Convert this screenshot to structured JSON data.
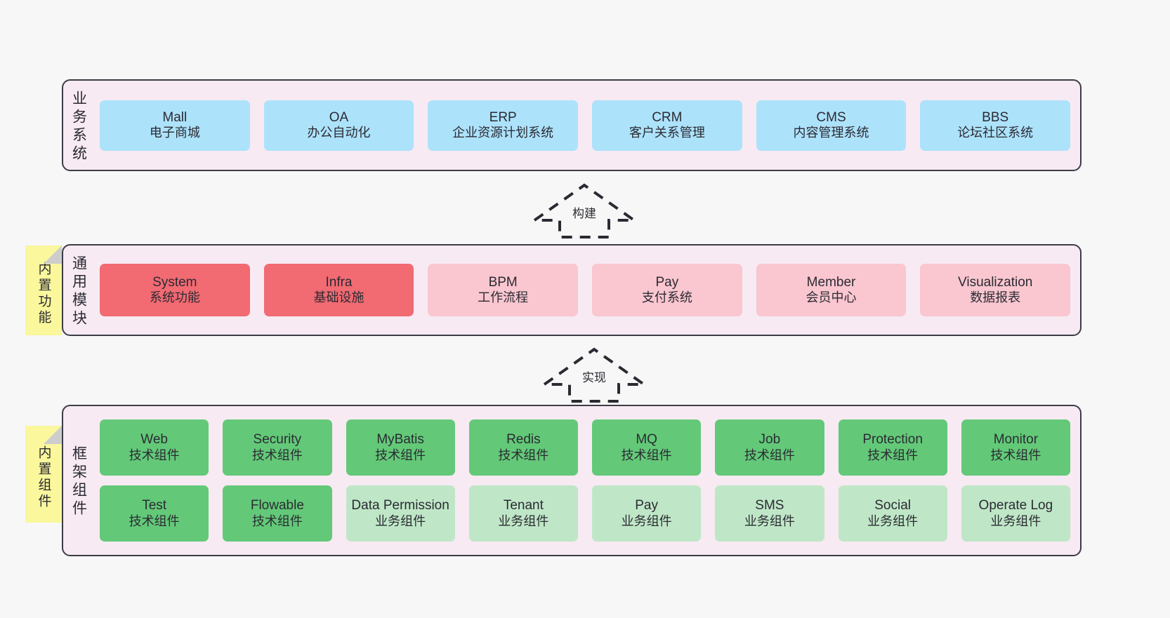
{
  "layers": [
    {
      "id": "business",
      "title": "业务系统",
      "rows": [
        [
          {
            "title": "Mall",
            "sub": "电子商城",
            "color": "c-blue"
          },
          {
            "title": "OA",
            "sub": "办公自动化",
            "color": "c-blue"
          },
          {
            "title": "ERP",
            "sub": "企业资源计划系统",
            "color": "c-blue"
          },
          {
            "title": "CRM",
            "sub": "客户关系管理",
            "color": "c-blue"
          },
          {
            "title": "CMS",
            "sub": "内容管理系统",
            "color": "c-blue"
          },
          {
            "title": "BBS",
            "sub": "论坛社区系统",
            "color": "c-blue"
          }
        ]
      ]
    },
    {
      "id": "common",
      "title": "通用模块",
      "note": "内置功能",
      "rows": [
        [
          {
            "title": "System",
            "sub": "系统功能",
            "color": "c-red"
          },
          {
            "title": "Infra",
            "sub": "基础设施",
            "color": "c-red"
          },
          {
            "title": "BPM",
            "sub": "工作流程",
            "color": "c-pink"
          },
          {
            "title": "Pay",
            "sub": "支付系统",
            "color": "c-pink"
          },
          {
            "title": "Member",
            "sub": "会员中心",
            "color": "c-pink"
          },
          {
            "title": "Visualization",
            "sub": "数据报表",
            "color": "c-pink"
          }
        ]
      ]
    },
    {
      "id": "frame",
      "title": "框架组件",
      "note": "内置组件",
      "rows": [
        [
          {
            "title": "Web",
            "sub": "技术组件",
            "color": "c-green"
          },
          {
            "title": "Security",
            "sub": "技术组件",
            "color": "c-green"
          },
          {
            "title": "MyBatis",
            "sub": "技术组件",
            "color": "c-green"
          },
          {
            "title": "Redis",
            "sub": "技术组件",
            "color": "c-green"
          },
          {
            "title": "MQ",
            "sub": "技术组件",
            "color": "c-green"
          },
          {
            "title": "Job",
            "sub": "技术组件",
            "color": "c-green"
          },
          {
            "title": "Protection",
            "sub": "技术组件",
            "color": "c-green"
          },
          {
            "title": "Monitor",
            "sub": "技术组件",
            "color": "c-green"
          }
        ],
        [
          {
            "title": "Test",
            "sub": "技术组件",
            "color": "c-green"
          },
          {
            "title": "Flowable",
            "sub": "技术组件",
            "color": "c-green"
          },
          {
            "title": "Data Permission",
            "sub": "业务组件",
            "color": "c-lightgreen"
          },
          {
            "title": "Tenant",
            "sub": "业务组件",
            "color": "c-lightgreen"
          },
          {
            "title": "Pay",
            "sub": "业务组件",
            "color": "c-lightgreen"
          },
          {
            "title": "SMS",
            "sub": "业务组件",
            "color": "c-lightgreen"
          },
          {
            "title": "Social",
            "sub": "业务组件",
            "color": "c-lightgreen"
          },
          {
            "title": "Operate Log",
            "sub": "业务组件",
            "color": "c-lightgreen"
          }
        ]
      ]
    }
  ],
  "arrows": [
    {
      "id": "build",
      "label": "构建"
    },
    {
      "id": "impl",
      "label": "实现"
    }
  ],
  "colors": {
    "background": "#f7f7f7",
    "layer_fill": "#f7eaf3",
    "layer_border": "#3c3c46",
    "business_box": "#ade2fb",
    "module_primary": "#f26a72",
    "module_secondary": "#fac6d0",
    "tech_component": "#63c978",
    "business_component": "#bfe7c7",
    "sticky_note": "#faf79c",
    "text": "#2b2b33"
  }
}
